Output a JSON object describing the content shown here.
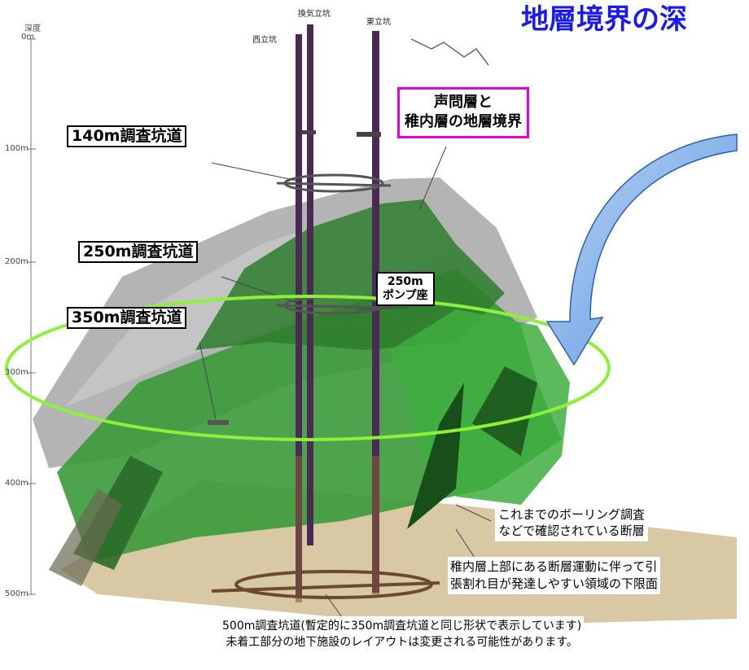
{
  "title": "地層境界の深",
  "depth_axis": {
    "title": "深度",
    "ticks": [
      "0m",
      "100m",
      "200m",
      "300m",
      "400m",
      "500m"
    ]
  },
  "shafts": {
    "west": "西立坑",
    "ventilation": "換気立坑",
    "east": "東立坑"
  },
  "galleries": {
    "g140": "140m調査坑道",
    "g250": "250m調査坑道",
    "g350": "350m調査坑道"
  },
  "pump": {
    "line1": "250m",
    "line2": "ポンプ座"
  },
  "boundary": {
    "line1": "声問層と",
    "line2": "稚内層の地層境界"
  },
  "notes": {
    "fault_line1": "これまでのボーリング調査",
    "fault_line2": "などで確認されている断層",
    "lower_line1": "稚内層上部にある断層運動に伴って引",
    "lower_line2": "張割れ目が発達しやすい領域の下限面",
    "gallery500_line1": "500m調査坑道(暫定的に350m調査坑道と同じ形状で表示しています)",
    "gallery500_line2": "未着工部分の地下施設のレイアウトは変更される可能性があります。"
  },
  "colors": {
    "title": "#1a1af0",
    "boundary_border": "#e000e0",
    "ellipse": "#8ef03a",
    "green_layer": "#2d8a2d",
    "gray_layer": "#a9a9a9",
    "sand_layer": "#d9c8a4",
    "shaft": "#4a2a55",
    "arrow": "#7fb0ec"
  }
}
